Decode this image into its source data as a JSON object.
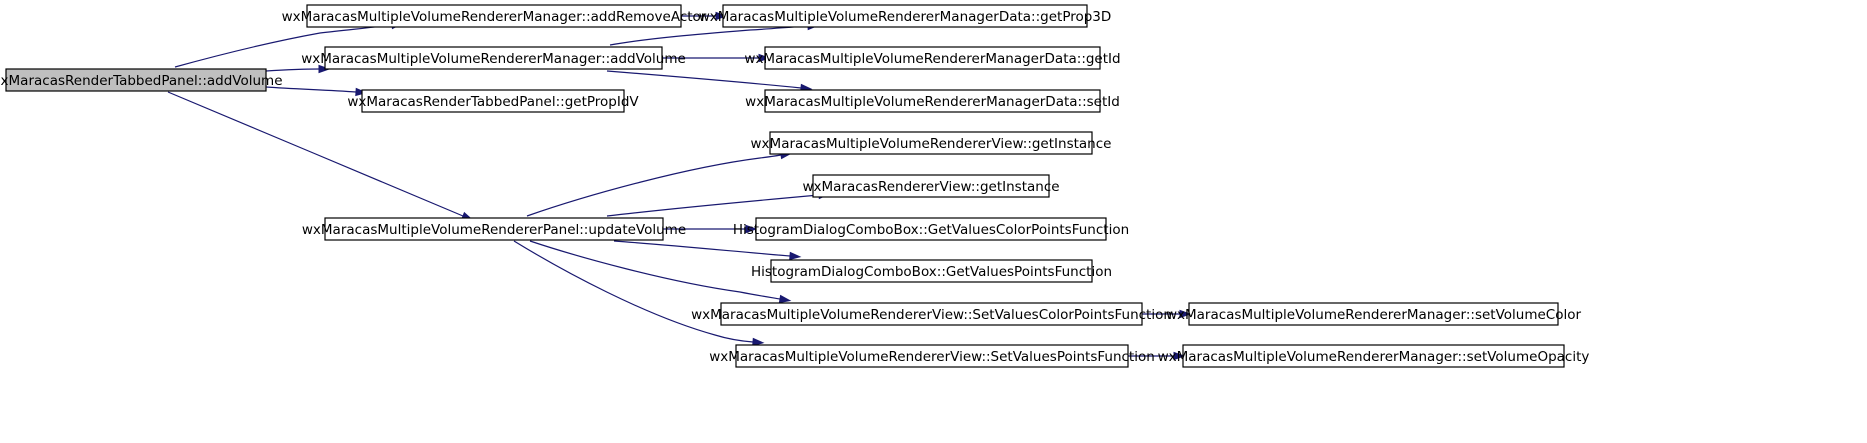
{
  "graph": {
    "colors": {
      "edge": "#191970",
      "node_fill": "#ffffff",
      "root_fill": "#bfbfbf",
      "border": "#000000"
    },
    "nodes": [
      {
        "id": "root",
        "label": "wxMaracasRenderTabbedPanel::addVolume",
        "root": true
      },
      {
        "id": "mgr_addRemoveActor",
        "label": "wxMaracasMultipleVolumeRendererManager::addRemoveActor"
      },
      {
        "id": "mgr_addVolume",
        "label": "wxMaracasMultipleVolumeRendererManager::addVolume"
      },
      {
        "id": "getPropIdV",
        "label": "wxMaracasRenderTabbedPanel::getPropIdV"
      },
      {
        "id": "panel_updateVolume",
        "label": "wxMaracasMultipleVolumeRendererPanel::updateVolume"
      },
      {
        "id": "data_getProp3D",
        "label": "wxMaracasMultipleVolumeRendererManagerData::getProp3D"
      },
      {
        "id": "data_getId",
        "label": "wxMaracasMultipleVolumeRendererManagerData::getId"
      },
      {
        "id": "data_setId",
        "label": "wxMaracasMultipleVolumeRendererManagerData::setId"
      },
      {
        "id": "view_getInstance",
        "label": "wxMaracasMultipleVolumeRendererView::getInstance"
      },
      {
        "id": "renderer_getInstance",
        "label": "wxMaracasRendererView::getInstance"
      },
      {
        "id": "hist_colorPoints",
        "label": "HistogramDialogComboBox::GetValuesColorPointsFunction"
      },
      {
        "id": "hist_points",
        "label": "HistogramDialogComboBox::GetValuesPointsFunction"
      },
      {
        "id": "view_setColorPoints",
        "label": "wxMaracasMultipleVolumeRendererView::SetValuesColorPointsFunction"
      },
      {
        "id": "view_setPoints",
        "label": "wxMaracasMultipleVolumeRendererView::SetValuesPointsFunction"
      },
      {
        "id": "mgr_setVolumeColor",
        "label": "wxMaracasMultipleVolumeRendererManager::setVolumeColor"
      },
      {
        "id": "mgr_setVolumeOpacity",
        "label": "wxMaracasMultipleVolumeRendererManager::setVolumeOpacity"
      }
    ],
    "edges": [
      {
        "from": "root",
        "to": "mgr_addRemoveActor"
      },
      {
        "from": "root",
        "to": "mgr_addVolume"
      },
      {
        "from": "root",
        "to": "getPropIdV"
      },
      {
        "from": "root",
        "to": "panel_updateVolume"
      },
      {
        "from": "mgr_addRemoveActor",
        "to": "data_getProp3D"
      },
      {
        "from": "mgr_addVolume",
        "to": "data_getProp3D"
      },
      {
        "from": "mgr_addVolume",
        "to": "data_getId"
      },
      {
        "from": "mgr_addVolume",
        "to": "data_setId"
      },
      {
        "from": "panel_updateVolume",
        "to": "view_getInstance"
      },
      {
        "from": "panel_updateVolume",
        "to": "renderer_getInstance"
      },
      {
        "from": "panel_updateVolume",
        "to": "hist_colorPoints"
      },
      {
        "from": "panel_updateVolume",
        "to": "hist_points"
      },
      {
        "from": "panel_updateVolume",
        "to": "view_setColorPoints"
      },
      {
        "from": "panel_updateVolume",
        "to": "view_setPoints"
      },
      {
        "from": "view_setColorPoints",
        "to": "mgr_setVolumeColor"
      },
      {
        "from": "view_setPoints",
        "to": "mgr_setVolumeOpacity"
      }
    ]
  }
}
